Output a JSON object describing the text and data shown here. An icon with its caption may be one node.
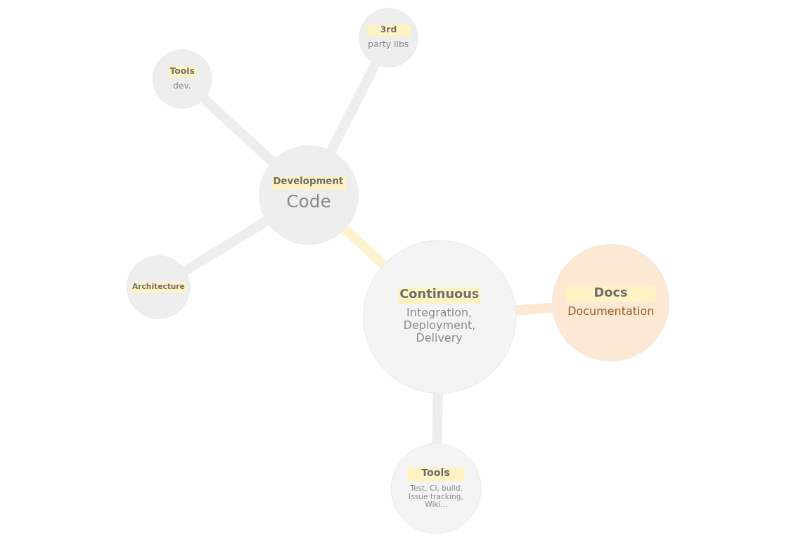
{
  "diagram": {
    "nodes": [
      {
        "text": [
          "Continuous",
          "Integration, Deployment, Delivery"
        ]
      },
      {
        "text": [
          "Docs",
          "Documentation"
        ]
      },
      {
        "text": [
          "Tools",
          "Test, CI, build, Issue tracking, Wiki..."
        ]
      },
      {
        "text": [
          "3rd",
          "party libs"
        ]
      },
      {
        "text": [
          "Development",
          "Code"
        ]
      },
      {
        "text": [
          "Tools",
          "dev."
        ]
      },
      {
        "text": [
          "Architecture"
        ]
      }
    ],
    "edges": [
      {
        "from": 4,
        "to": 0,
        "arrow": "none",
        "color": "#fdf3cf"
      },
      {
        "from": 0,
        "to": 1,
        "arrow": "none",
        "color": "#fde8d3"
      },
      {
        "from": 0,
        "to": 2,
        "arrow": "none"
      },
      {
        "from": 4,
        "to": 3,
        "arrow": "none"
      },
      {
        "from": 4,
        "to": 5,
        "arrow": "none"
      },
      {
        "from": 4,
        "to": 6,
        "arrow": "none"
      }
    ]
  }
}
